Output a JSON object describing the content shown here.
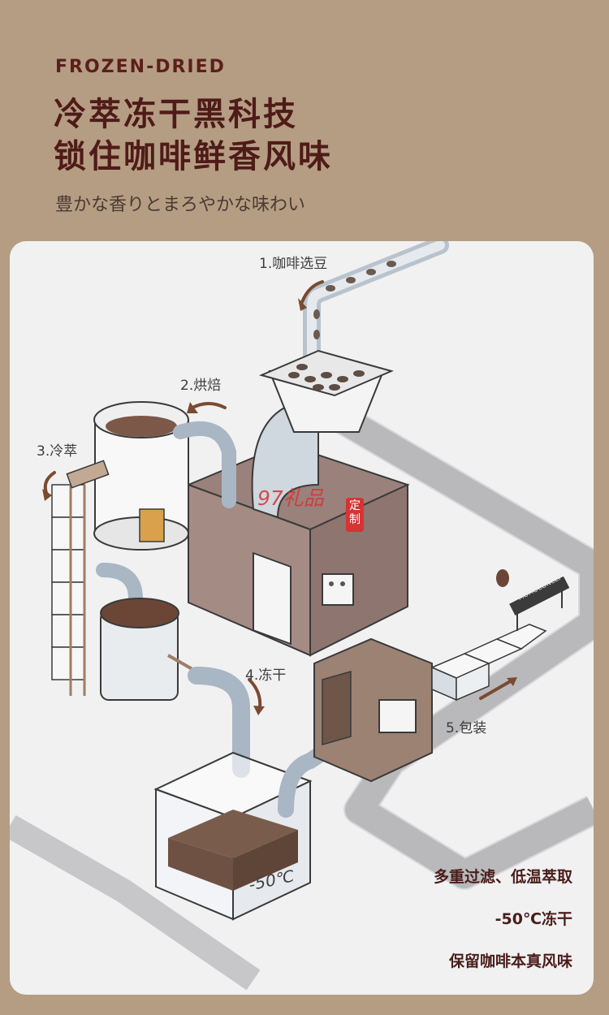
{
  "header": {
    "kicker": "FROZEN-DRIED",
    "title_line1": "冷萃冻干黑科技",
    "title_line2": "锁住咖啡鲜香风味",
    "subtitle": "豊かな香りとまろやかな味わい"
  },
  "steps": {
    "step1": "1.咖啡选豆",
    "step2": "2.烘焙",
    "step3": "3.冷萃",
    "step4": "4.冻干",
    "step5": "5.包装"
  },
  "machine": {
    "temperature": "-50℃",
    "sign": "MOMOCONCEPT"
  },
  "notes": {
    "line1": "多重过滤、低温萃取",
    "line2": "-50℃冻干",
    "line3": "保留咖啡本真风味"
  },
  "watermark": {
    "text": "97礼品",
    "badge": "定制"
  },
  "colors": {
    "background": "#b59d83",
    "title": "#4f1b18",
    "machine": "#a48b84",
    "pipe": "#a9b6c3"
  }
}
